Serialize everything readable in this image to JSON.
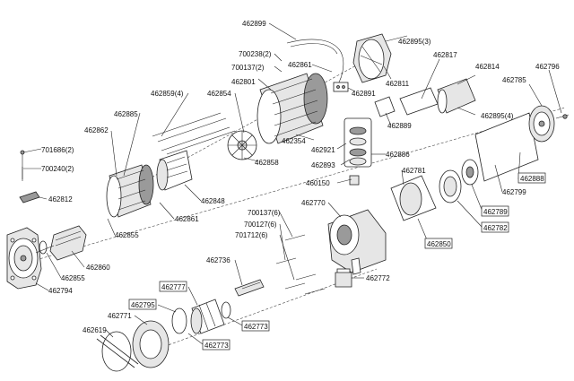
{
  "labels": {
    "l462899": "462899",
    "l700238": "700238(2)",
    "l700137a": "700137(2)",
    "l462861a": "462861",
    "l462895_3": "462895(3)",
    "l462817": "462817",
    "l462814": "462814",
    "l462796": "462796",
    "l462785": "462785",
    "l462801": "462801",
    "l462811": "462811",
    "l462891": "462891",
    "l462859": "462859(4)",
    "l462854": "462854",
    "l462885": "462885",
    "l462895_4": "462895(4)",
    "l462889": "462889",
    "l462354": "462354",
    "l462886": "462886",
    "l462921": "462921",
    "l462862": "462862",
    "l462858": "462858",
    "l462893": "462893",
    "l701686": "701686(2)",
    "l700240": "700240(2)",
    "l462781": "462781",
    "l462888": "462888",
    "l460150": "460150",
    "l462799": "462799",
    "l462812": "462812",
    "l462848": "462848",
    "l462770": "462770",
    "l462789": "462789",
    "l462861b": "462861",
    "l700137b": "700137(6)",
    "l700127": "700127(6)",
    "l701712": "701712(6)",
    "l462782": "462782",
    "l462855a": "462855",
    "l462850": "462850",
    "l462736": "462736",
    "l462860": "462860",
    "l462855b": "462855",
    "l462794": "462794",
    "l462772": "462772",
    "l462777": "462777",
    "l462795": "462795",
    "l462771": "462771",
    "l462773a": "462773",
    "l462619": "462619",
    "l462773b": "462773"
  },
  "colors": {
    "line": "#222222",
    "fill_light": "#e6e6e6",
    "fill_dark": "#9a9a9a"
  }
}
